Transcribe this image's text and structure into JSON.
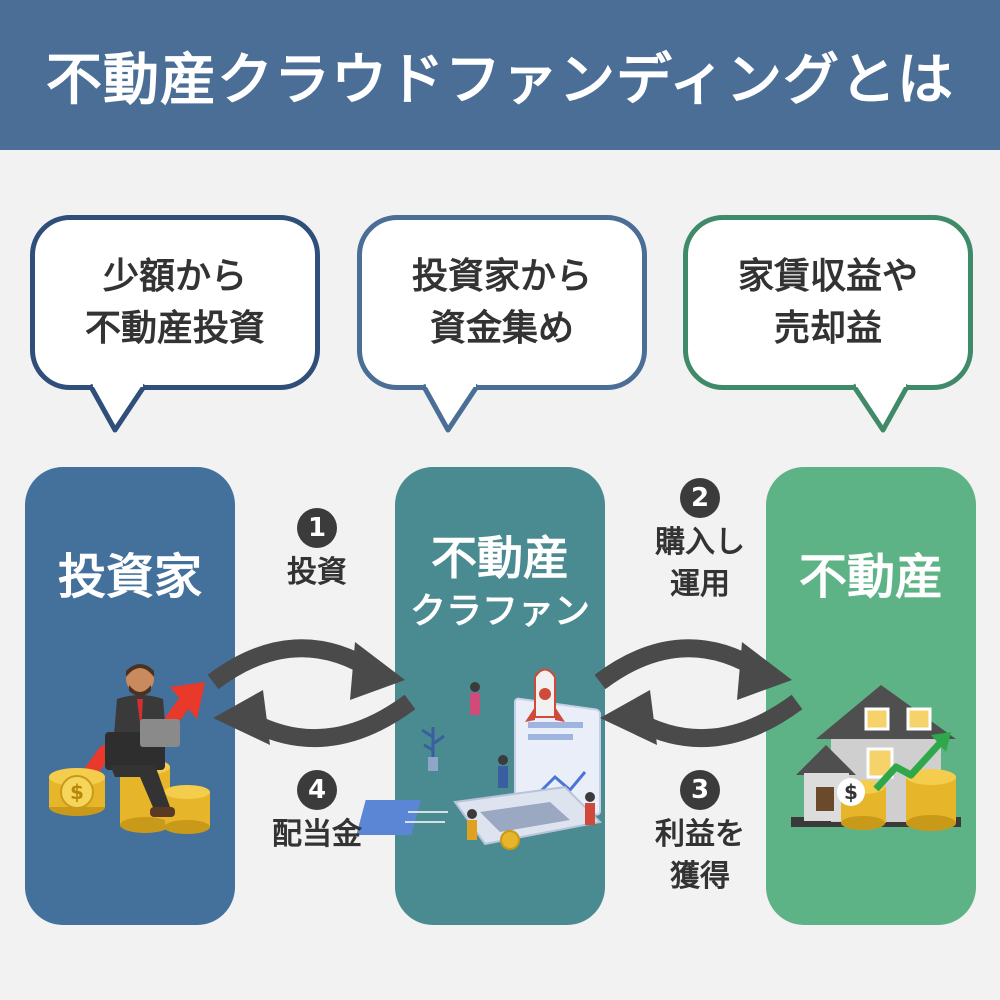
{
  "title": "不動産クラウドファンディングとは",
  "bubbles": [
    {
      "line1": "少額から",
      "line2": "不動産投資",
      "color": "#2f4f7a"
    },
    {
      "line1": "投資家から",
      "line2": "資金集め",
      "color": "#4a6e96"
    },
    {
      "line1": "家賃収益や",
      "line2": "売却益",
      "color": "#3f8a68"
    }
  ],
  "columns": {
    "investor": {
      "title": "投資家",
      "color": "#44709c"
    },
    "platform": {
      "title_line1": "不動産",
      "title_line2": "クラファン",
      "color": "#4a8a91"
    },
    "realestate": {
      "title": "不動産",
      "color": "#5db386"
    }
  },
  "steps": {
    "s1": {
      "num": "1",
      "label": "投資"
    },
    "s2": {
      "num": "2",
      "label1": "購入し",
      "label2": "運用"
    },
    "s3": {
      "num": "3",
      "label1": "利益を",
      "label2": "獲得"
    },
    "s4": {
      "num": "4",
      "label": "配当金"
    }
  },
  "icons": {
    "investor": "businessman-on-coins-icon",
    "platform": "laptop-rocket-icon",
    "realestate": "house-with-coins-icon",
    "arrows": "curved-exchange-arrows-icon"
  },
  "colors": {
    "header": "#4a6e96",
    "background": "#f2f2f2",
    "arrow": "#4a4a4a"
  }
}
